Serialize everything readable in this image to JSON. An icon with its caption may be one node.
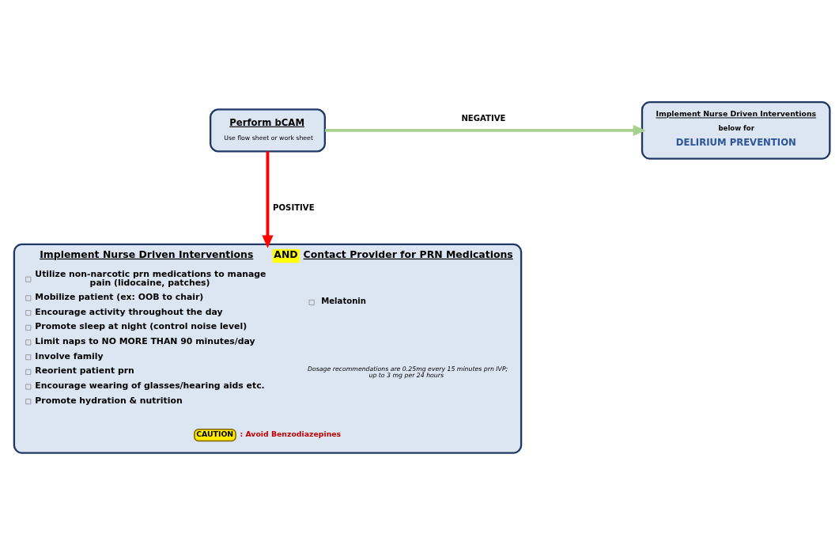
{
  "diagram": {
    "nodes": [
      {
        "text": [
          "Perform bCAM",
          "Use flow sheet or work sheet"
        ]
      },
      {
        "text": [
          "Implement Nurse Driven Interventions",
          "below for",
          "DELIRIUM PREVENTION"
        ]
      },
      {
        "text": [
          "Implement Nurse Driven Interventions",
          "AND",
          "Contact Provider for PRN Medications",
          "Utilize non-narcotic prn medications to manage pain (lidocaine, patches)",
          "Mobilize patient (ex: OOB to chair)",
          "Encourage activity throughout the day",
          "Promote sleep at night (control noise level)",
          "Limit naps to NO MORE THAN 90 minutes/day",
          "Involve family",
          "Reorient patient prn",
          "Encourage wearing of glasses/hearing aids etc.",
          "Promote hydration & nutrition",
          "Melatonin",
          "Dosage recommendations are 0.25mg every 15 minutes prn IVP; up to 3 mg per 24 hours"
        ]
      },
      {
        "text": [
          "CAUTION"
        ],
        "beside": [
          ": Avoid Benzodiazepines"
        ],
        "in": 2
      }
    ],
    "edges": [
      {
        "from": 0,
        "to": 1,
        "arrow": "to",
        "label": "NEGATIVE",
        "color": "#a9d18e"
      },
      {
        "from": 0,
        "to": 2,
        "arrow": "to",
        "label": "POSITIVE",
        "color": "#ff0000"
      }
    ]
  }
}
